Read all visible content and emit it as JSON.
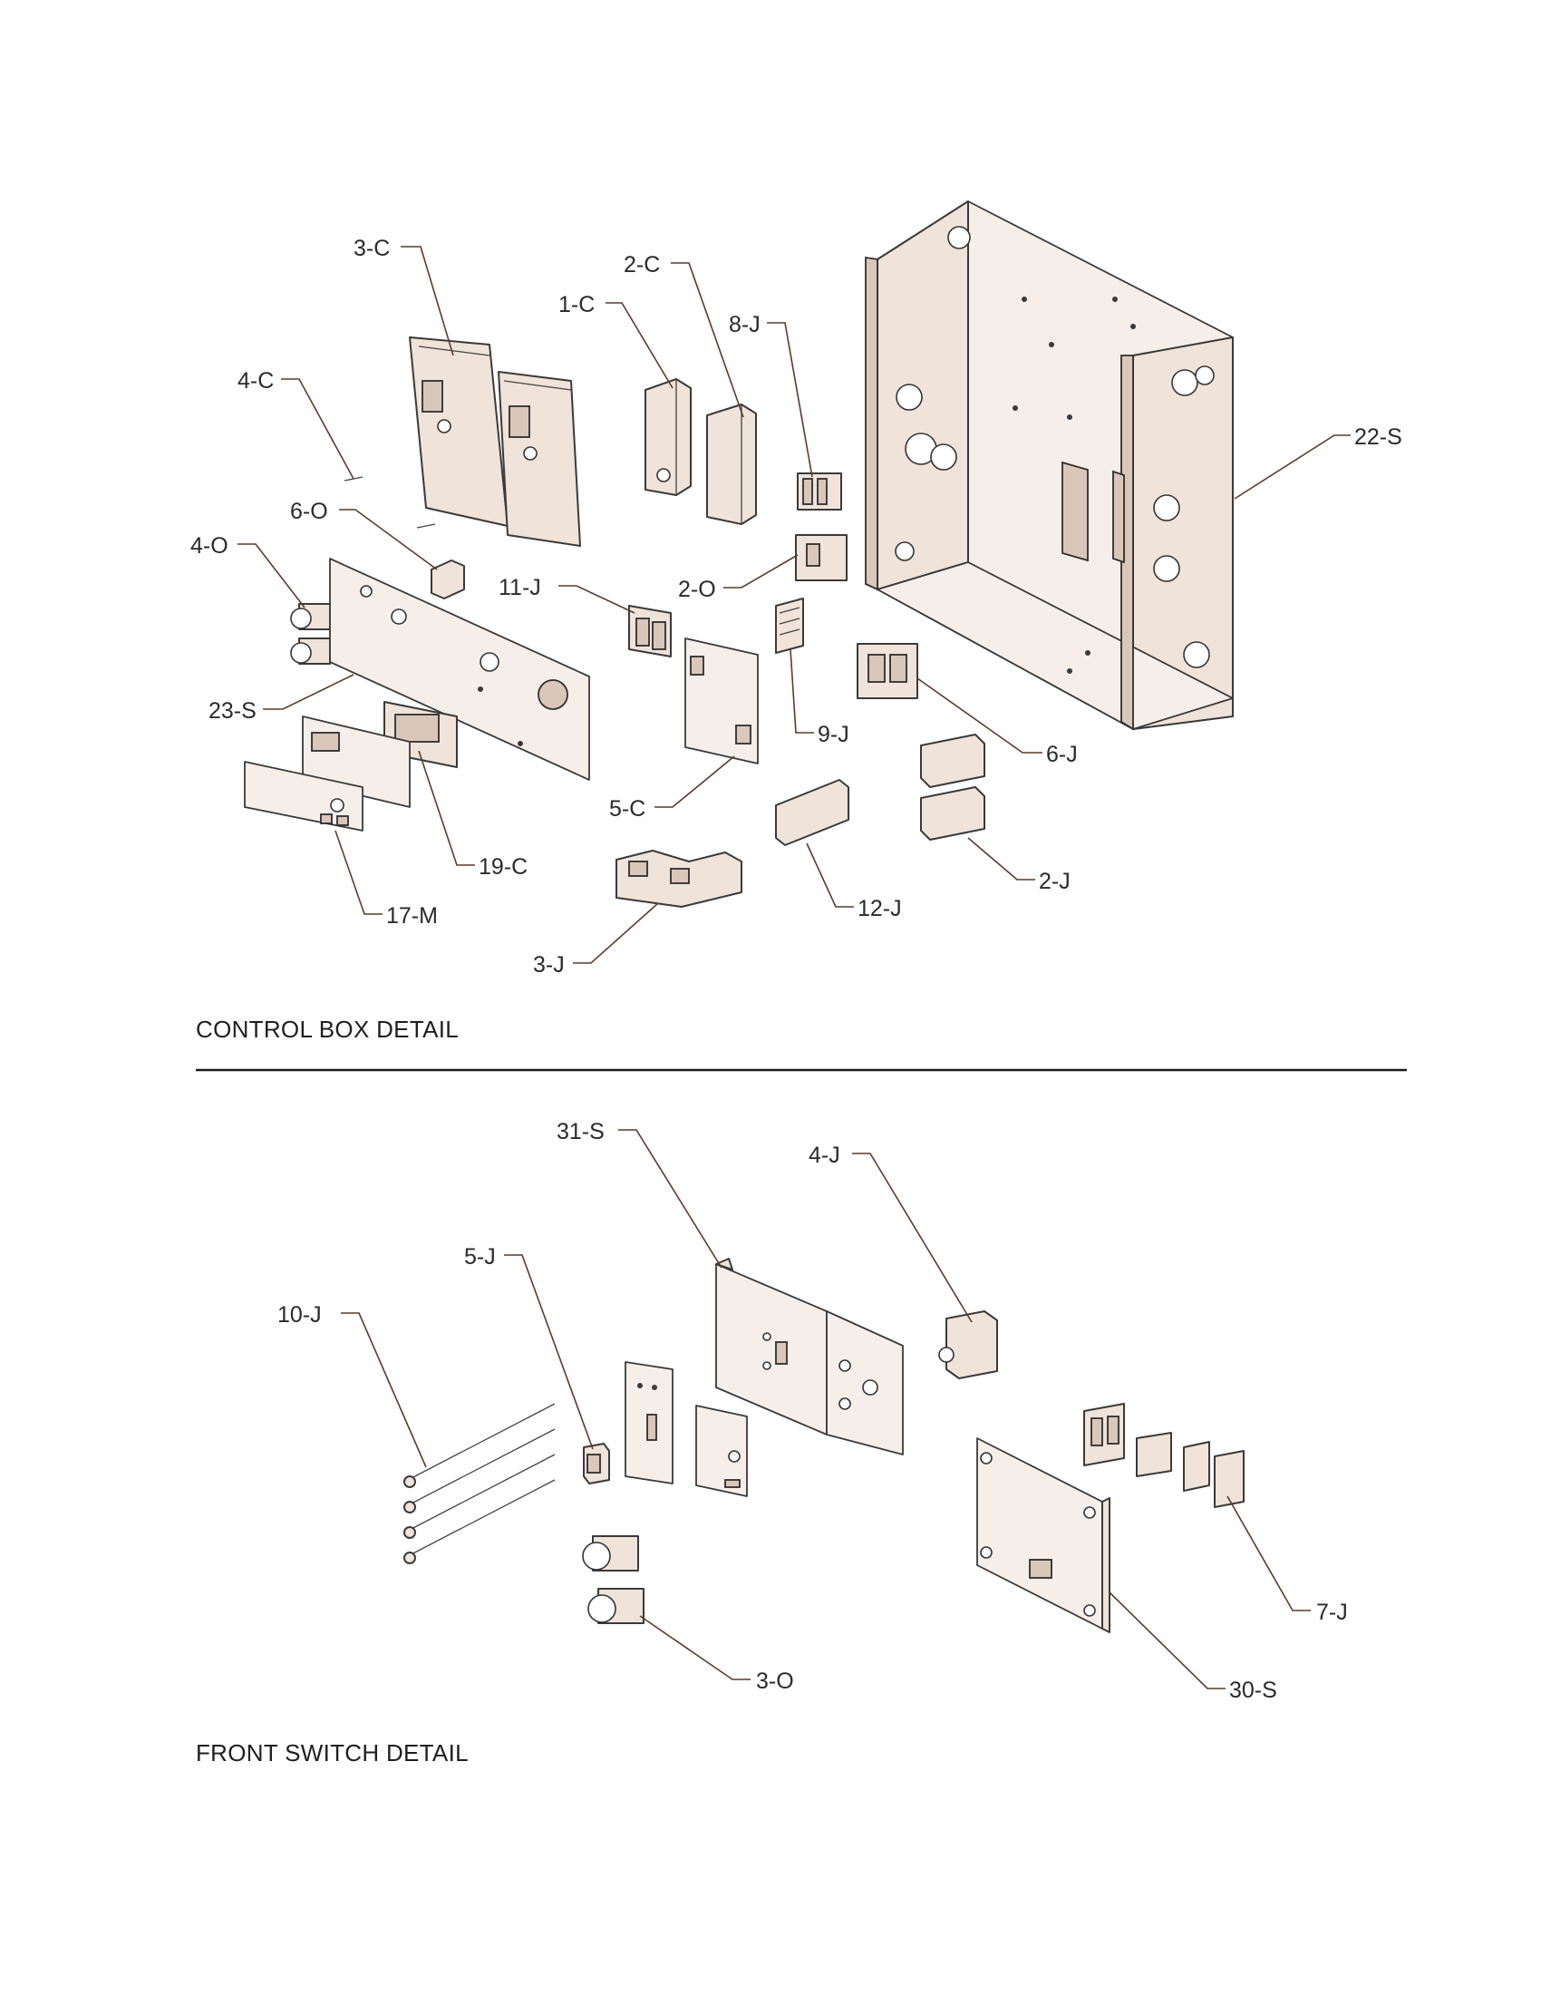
{
  "sections": {
    "control_box": {
      "title": "CONTROL BOX DETAIL"
    },
    "front_switch": {
      "title": "FRONT SWITCH DETAIL"
    }
  },
  "callouts": {
    "c_3C": "3-C",
    "c_2C": "2-C",
    "c_1C": "1-C",
    "c_8J": "8-J",
    "c_4C": "4-C",
    "c_22S": "22-S",
    "c_6O": "6-O",
    "c_4O": "4-O",
    "c_11J": "11-J",
    "c_2O": "2-O",
    "c_23S": "23-S",
    "c_9J": "9-J",
    "c_6J": "6-J",
    "c_5C": "5-C",
    "c_19C": "19-C",
    "c_17M": "17-M",
    "c_2J": "2-J",
    "c_12J": "12-J",
    "c_3J": "3-J",
    "c_31S": "31-S",
    "c_4J": "4-J",
    "c_5J": "5-J",
    "c_10J": "10-J",
    "c_7J": "7-J",
    "c_3O": "3-O",
    "c_30S": "30-S"
  },
  "colors": {
    "leader": "#5a3a2c",
    "part_fill": "#efe3da",
    "line": "#3a3a3a"
  }
}
